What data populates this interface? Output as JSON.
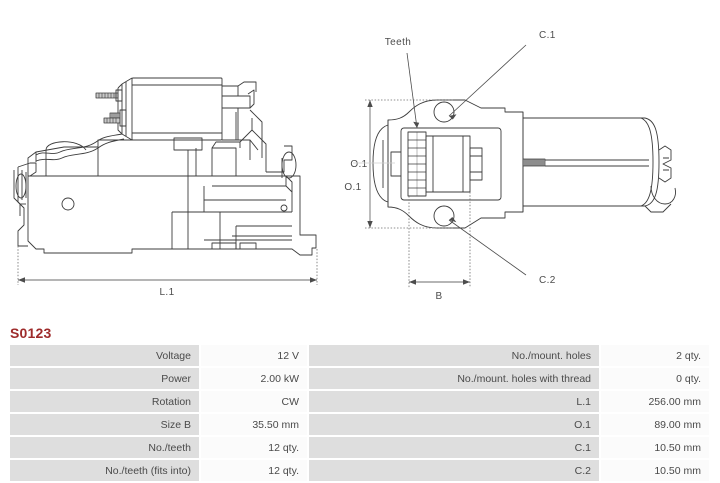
{
  "part": {
    "number": "S0123",
    "accent_color": "#9e2b2b"
  },
  "drawings": {
    "left_view": {
      "name": "starter-side-view",
      "dimension_labels": [
        {
          "id": "L.1",
          "text": "L.1",
          "orientation": "horizontal"
        }
      ]
    },
    "right_view": {
      "name": "starter-front-view",
      "dimension_labels": [
        {
          "id": "O.1",
          "text": "O.1",
          "orientation": "vertical"
        },
        {
          "id": "B",
          "text": "B",
          "orientation": "horizontal"
        }
      ],
      "callouts": [
        {
          "id": "Teeth",
          "text": "Teeth"
        },
        {
          "id": "C.1",
          "text": "C.1"
        },
        {
          "id": "C.2",
          "text": "C.2"
        }
      ]
    }
  },
  "spec_table": {
    "left_rows": [
      {
        "label": "Voltage",
        "value": "12 V"
      },
      {
        "label": "Power",
        "value": "2.00 kW"
      },
      {
        "label": "Rotation",
        "value": "CW"
      },
      {
        "label": "Size B",
        "value": "35.50 mm"
      },
      {
        "label": "No./teeth",
        "value": "12 qty."
      },
      {
        "label": "No./teeth (fits into)",
        "value": "12 qty."
      }
    ],
    "right_rows": [
      {
        "label": "No./mount. holes",
        "value": "2 qty."
      },
      {
        "label": "No./mount. holes with thread",
        "value": "0 qty."
      },
      {
        "label": "L.1",
        "value": "256.00 mm"
      },
      {
        "label": "O.1",
        "value": "89.00 mm"
      },
      {
        "label": "C.1",
        "value": "10.50 mm"
      },
      {
        "label": "C.2",
        "value": "10.50 mm"
      }
    ]
  }
}
